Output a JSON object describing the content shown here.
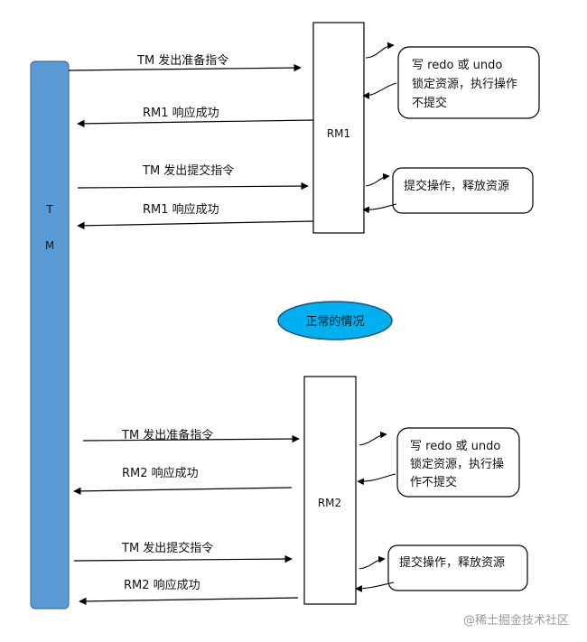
{
  "tm": {
    "line1": "T",
    "line2": "M"
  },
  "rm1": {
    "name": "RM1",
    "prepare_cmd": "TM 发出准备指令",
    "prepare_resp": "RM1 响应成功",
    "commit_cmd": "TM 发出提交指令",
    "commit_resp": "RM1 响应成功",
    "note_prepare": [
      "写 redo 或 undo",
      "锁定资源，执行操作",
      "不提交"
    ],
    "note_commit": "提交操作，释放资源"
  },
  "center_label": "正常的情况",
  "rm2": {
    "name": "RM2",
    "prepare_cmd": "TM 发出准备指令",
    "prepare_resp": "RM2 响应成功",
    "commit_cmd": "TM 发出提交指令",
    "commit_resp": "RM2 响应成功",
    "note_prepare": [
      "写 redo 或 undo",
      "锁定资源，执行操",
      "作不提交"
    ],
    "note_commit": "提交操作，释放资源"
  },
  "watermark": "@稀土掘金技术社区",
  "colors": {
    "tm_fill": "#5b9bd5",
    "tm_stroke": "#41719c",
    "ellipse_fill": "#00b0f0",
    "ellipse_stroke": "#1f4e79",
    "line": "#000000"
  }
}
